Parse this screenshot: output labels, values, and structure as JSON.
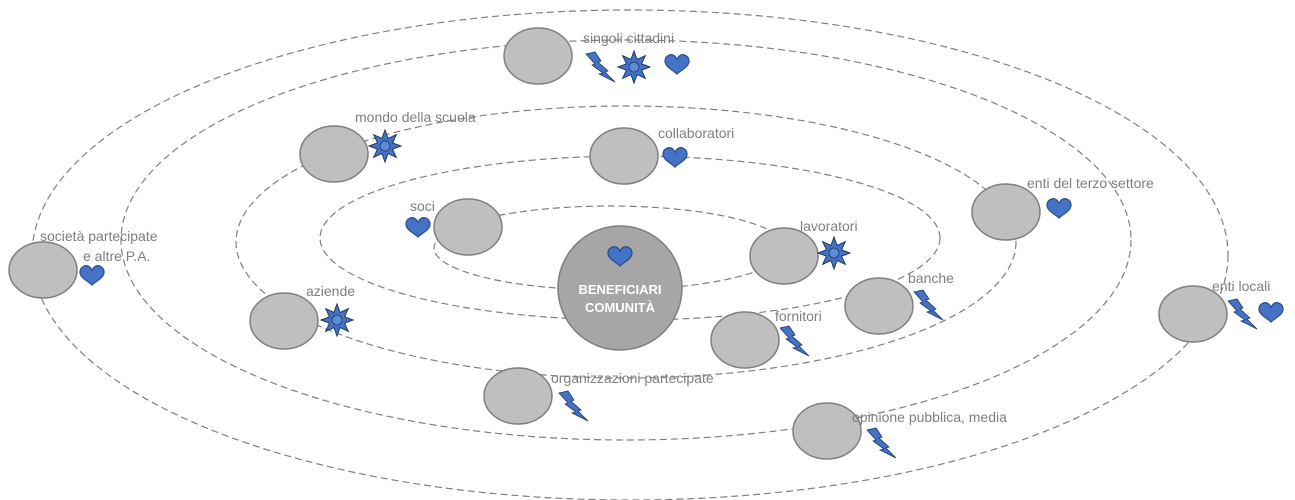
{
  "center": {
    "line1": "BENEFICIARI",
    "line2": "COMUNITÀ"
  },
  "stakeholders": {
    "singoli_cittadini": "singoli cittadini",
    "mondo_della_scuola": "mondo della scuola",
    "collaboratori": "collaboratori",
    "enti_terzo_settore": "enti del terzo settore",
    "soci": "soci",
    "lavoratori": "lavoratori",
    "societa_partecipate_1": "società partecipate",
    "societa_partecipate_2": "e altre P.A.",
    "banche": "banche",
    "aziende": "aziende",
    "fornitori": "fornitori",
    "enti_locali": "enti locali",
    "organizzazioni_partecipate": "organizzazioni partecipate",
    "opinione_pubblica": "opinione pubblica, media"
  },
  "colors": {
    "orbit": "#808080",
    "node_fill": "#bfbfbf",
    "center_fill": "#a6a6a6",
    "icon_blue": "#4472c4",
    "label": "#7f7f7f"
  },
  "icons": [
    "heart-icon",
    "starburst-icon",
    "lightning-icon"
  ]
}
